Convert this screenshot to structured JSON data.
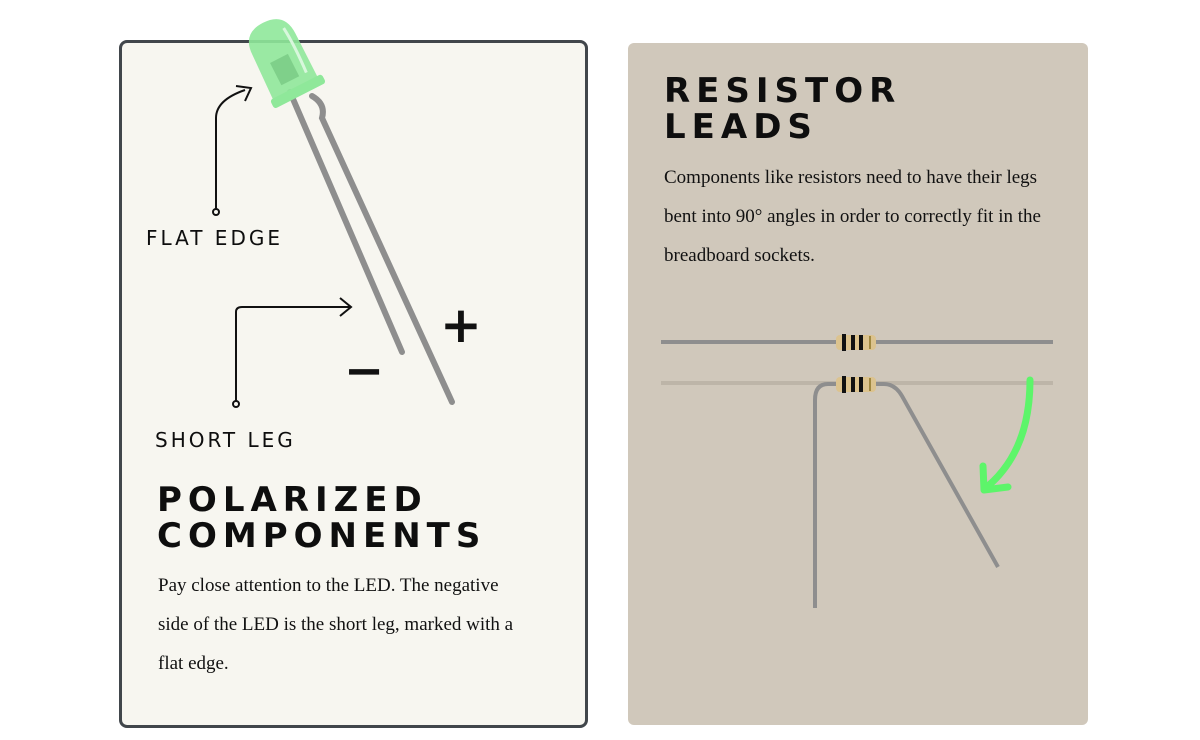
{
  "left_card": {
    "label_flat_edge": "FLAT EDGE",
    "label_short_leg": "SHORT LEG",
    "minus_symbol": "−",
    "plus_symbol": "+",
    "title_line1": "POLARIZED",
    "title_line2": "COMPONENTS",
    "body": "Pay close attention to the LED. The negative side of the LED is the short leg, marked with a flat edge."
  },
  "right_card": {
    "title_line1": "RESISTOR",
    "title_line2": "LEADS",
    "body": "Components like resistors need to have their legs bent into 90° angles in order to correctly fit in the breadboard sockets."
  },
  "colors": {
    "led_green": "#8fe89a",
    "arrow_green": "#5df56a",
    "lead_gray": "#8e8e8e",
    "card_left_bg": "#f7f6f0",
    "card_right_bg": "#d0c8bb"
  }
}
